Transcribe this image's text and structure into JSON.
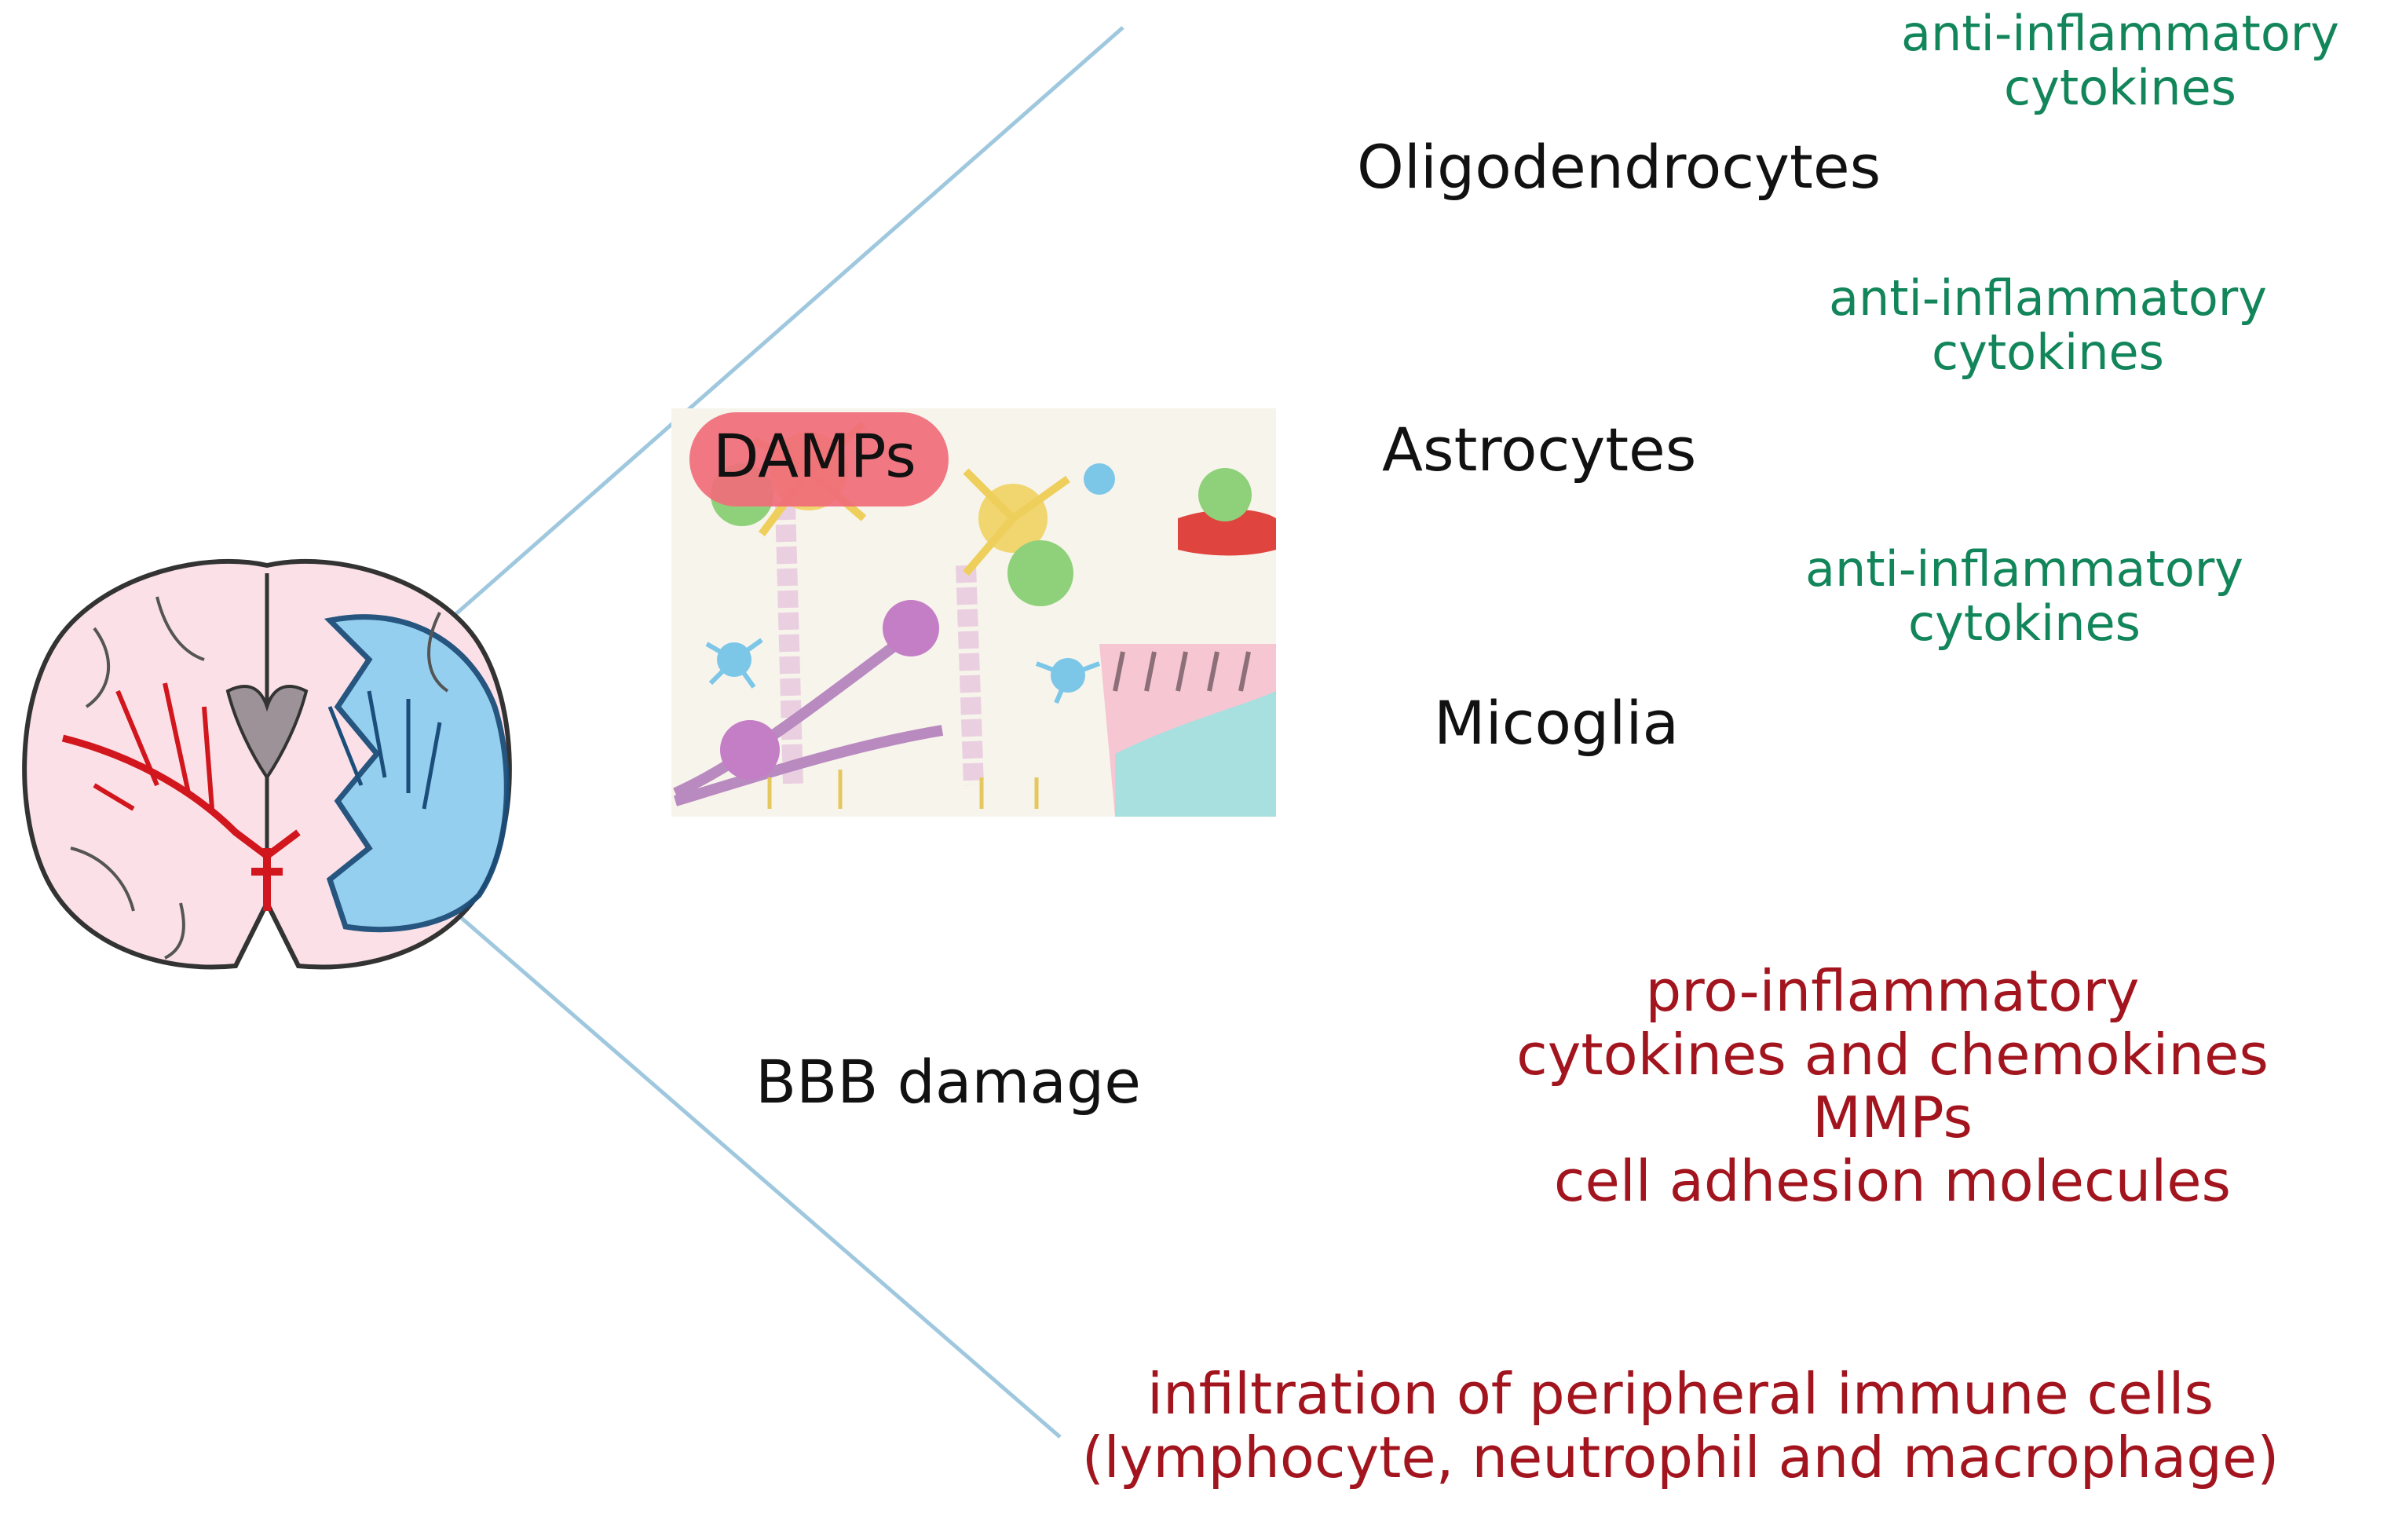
{
  "labels": {
    "damps": "DAMPs",
    "oligodendrocytes": "Oligodendrocytes",
    "astrocytes": "Astrocytes",
    "microglia": "Micoglia",
    "bbb_damage": "BBB damage"
  },
  "anti_inflammatory": [
    {
      "line1": "anti-inflammatory",
      "line2": "cytokines"
    },
    {
      "line1": "anti-inflammatory",
      "line2": "cytokines"
    },
    {
      "line1": "anti-inflammatory",
      "line2": "cytokines"
    }
  ],
  "pro_inflammatory": {
    "line1": "pro-inflammatory",
    "line2": "cytokines and chemokines",
    "line3": "MMPs",
    "line4": "cell adhesion molecules"
  },
  "infiltration": {
    "line1": "infiltration of peripheral immune cells",
    "line2": "(lymphocyte, neutrophil and macrophage)"
  },
  "colors": {
    "black_arrow": "#111111",
    "red_arrow": "#a3151e",
    "green_arrow": "#12865a",
    "zoom_lines": "#9fc8df",
    "oligodendrocyte": "#c37ec6",
    "astrocyte": "#7fcf68",
    "microglia": "#4fb0de",
    "vessel": "#ea6e6a"
  }
}
